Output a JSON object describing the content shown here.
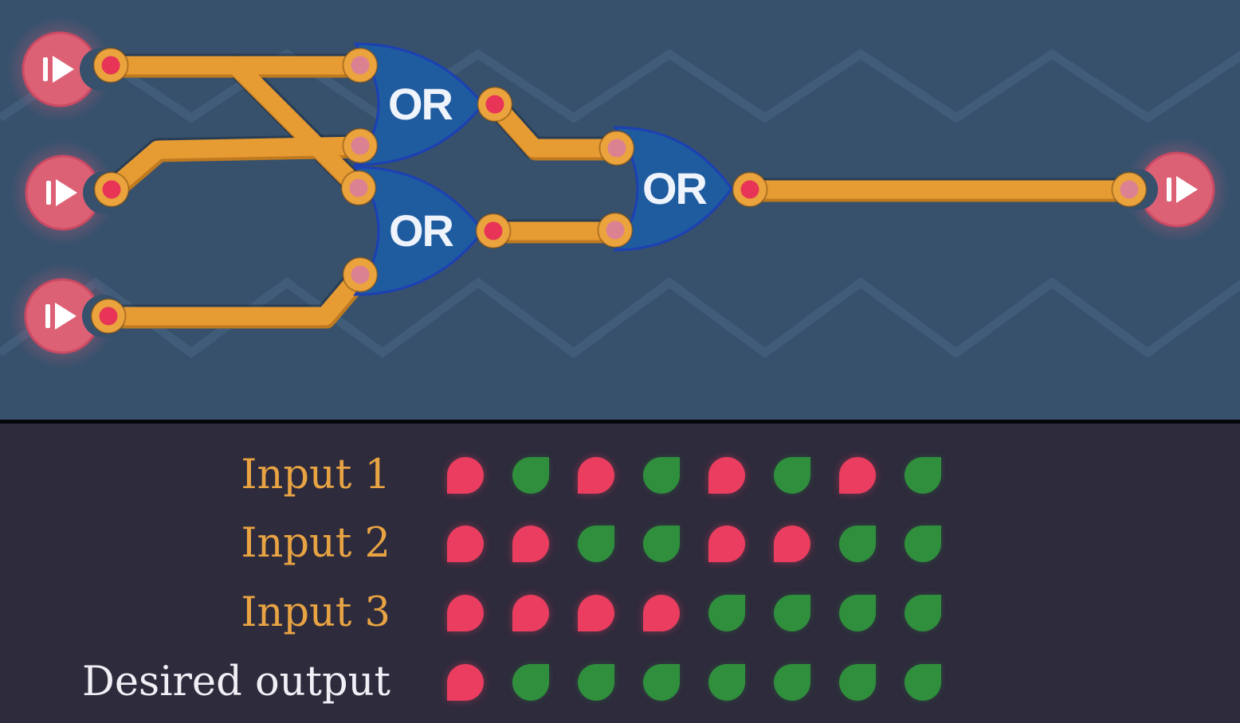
{
  "app": {
    "name": "logic-gate-puzzle"
  },
  "colors": {
    "circuit_background": "#37516c",
    "zigzag_pattern": "#4a6884",
    "wire": "#e79b33",
    "wire_shadow": "#bf7a20",
    "gate_fill": "#1f5c9f",
    "gate_stroke": "#1c40b4",
    "node_pink": "#dd6175",
    "pin_orange": "#eaa33d",
    "pin_core_red": "#e73457",
    "pin_core_pink": "#db8292",
    "panel_background": "#2e2b3c",
    "label_orange": "#e8a343",
    "label_white": "#f2eef6",
    "state_off_red": "#ea3d5f",
    "state_on_green": "#2f8f3c"
  },
  "circuit": {
    "inputs": [
      {
        "id": "input-node-1",
        "icon": "play-icon",
        "state": "off"
      },
      {
        "id": "input-node-2",
        "icon": "play-icon",
        "state": "off"
      },
      {
        "id": "input-node-3",
        "icon": "play-icon",
        "state": "off"
      }
    ],
    "gates": [
      {
        "id": "or-gate-1",
        "label": "OR"
      },
      {
        "id": "or-gate-2",
        "label": "OR"
      },
      {
        "id": "or-gate-3",
        "label": "OR"
      }
    ],
    "output": {
      "id": "output-node-1",
      "icon": "play-icon",
      "state": "off"
    },
    "wires": [
      "input-1 to or-gate-1 input-a",
      "input-1 branch to or-gate-2 input-a",
      "input-2 to or-gate-1 input-b",
      "input-3 to or-gate-2 input-b",
      "or-gate-1 out to or-gate-3 input-a",
      "or-gate-2 out to or-gate-3 input-b",
      "or-gate-3 out to output-node"
    ]
  },
  "truth_table": {
    "rows": [
      {
        "label": "Input 1",
        "values": [
          0,
          1,
          0,
          1,
          0,
          1,
          0,
          1
        ]
      },
      {
        "label": "Input 2",
        "values": [
          0,
          0,
          1,
          1,
          0,
          0,
          1,
          1
        ]
      },
      {
        "label": "Input 3",
        "values": [
          0,
          0,
          0,
          0,
          1,
          1,
          1,
          1
        ]
      },
      {
        "label": "Desired output",
        "values": [
          0,
          1,
          1,
          1,
          1,
          1,
          1,
          1
        ]
      }
    ]
  }
}
